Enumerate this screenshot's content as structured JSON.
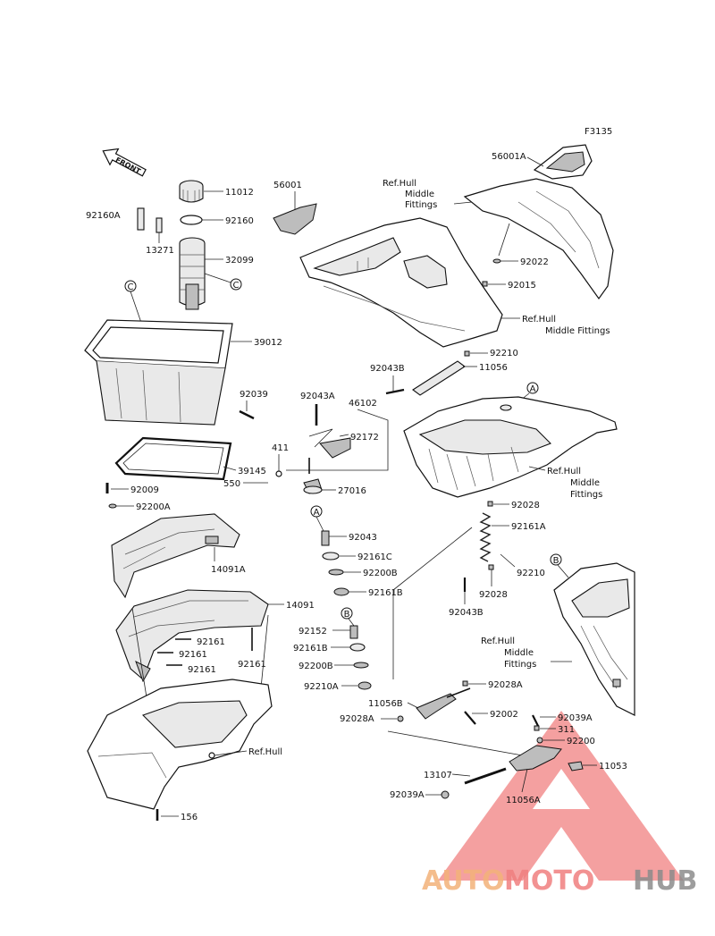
{
  "figure_code": "F3135",
  "front_label": "FRONT",
  "callouts": [
    "C",
    "C",
    "A",
    "A",
    "B",
    "B"
  ],
  "parts": {
    "p11012": "11012",
    "p92160A": "92160A",
    "p92160": "92160",
    "p13271": "13271",
    "p32099": "32099",
    "p39012": "39012",
    "p92039": "92039",
    "p39145": "39145",
    "p92009": "92009",
    "p92200A": "92200A",
    "p14091A": "14091A",
    "p14091": "14091",
    "p92161a": "92161",
    "p92161b": "92161",
    "p92161c": "92161",
    "p92161d": "92161",
    "p156": "156",
    "p56001": "56001",
    "p56001A": "56001A",
    "p92022": "92022",
    "p92015": "92015",
    "p92043A": "92043A",
    "p46102": "46102",
    "p92172": "92172",
    "p411": "411",
    "p550": "550",
    "p27016": "27016",
    "p92043": "92043",
    "p92161C": "92161C",
    "p92200B_1": "92200B",
    "p92161B_1": "92161B",
    "p92152": "92152",
    "p92161B_2": "92161B",
    "p92200B_2": "92200B",
    "p92210A": "92210A",
    "p92210_1": "92210",
    "p92043B_1": "92043B",
    "p11056": "11056",
    "p92028_1": "92028",
    "p92161A": "92161A",
    "p92210_2": "92210",
    "p92028_2": "92028",
    "p92043B_2": "92043B",
    "p92028A_1": "92028A",
    "p11056B": "11056B",
    "p92028A_2": "92028A",
    "p92002": "92002",
    "p92039A_1": "92039A",
    "p311": "311",
    "p92200": "92200",
    "p11053": "11053",
    "p13107": "13107",
    "p92039A_2": "92039A",
    "p11056A": "11056A"
  },
  "refs": {
    "r1": [
      "Ref.Hull",
      "Middle",
      "Fittings"
    ],
    "r2": [
      "Ref.Hull",
      "Middle Fittings"
    ],
    "r3": [
      "Ref.Hull",
      "Middle",
      "Fittings"
    ],
    "r4": [
      "Ref.Hull",
      "Middle",
      "Fittings"
    ],
    "r5": "Ref.Hull"
  },
  "watermark": {
    "part1": "AUTO",
    "part2": "MOTO",
    "part3": "HUB",
    "color1": "#f3b27a",
    "color2": "#f08080",
    "color3": "#8c8c8c"
  }
}
